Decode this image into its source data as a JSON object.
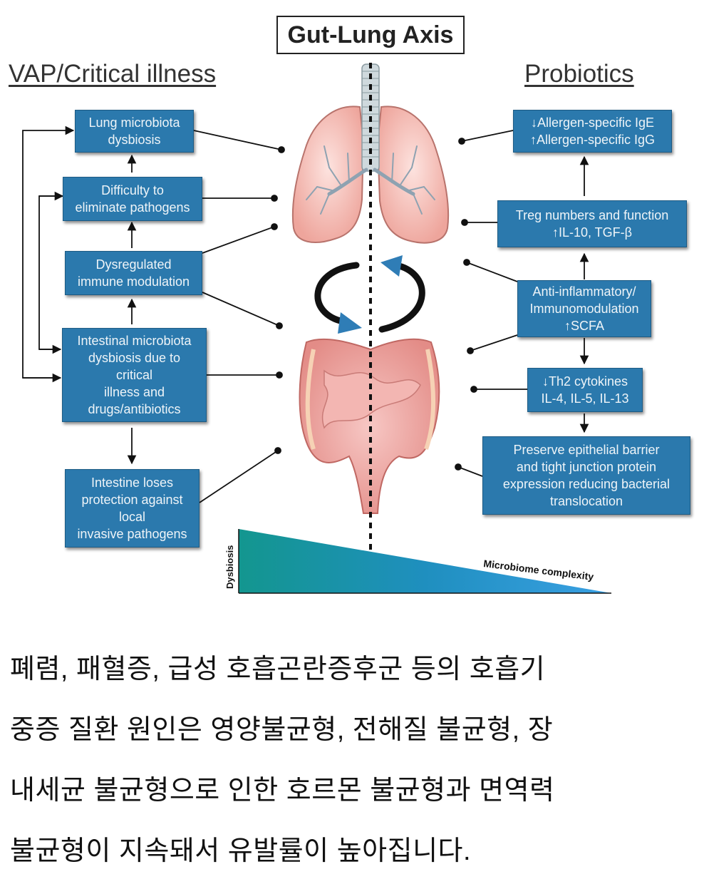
{
  "title": "Gut-Lung Axis",
  "left_heading": "VAP/Critical illness",
  "right_heading": "Probiotics",
  "left_boxes": {
    "lung": "Lung microbiota\ndysbiosis",
    "difficulty": "Difficulty to\neliminate pathogens",
    "dysregulated": "Dysregulated\nimmune modulation",
    "intestinal": "Intestinal microbiota\ndysbiosis due to\ncritical\nillness and\ndrugs/antibiotics",
    "intestine_loses": "Intestine loses\nprotection against\nlocal\ninvasive pathogens"
  },
  "right_boxes": {
    "allergen": "↓Allergen-specific IgE\n↑Allergen-specific IgG",
    "treg": "Treg numbers and function\n↑IL-10, TGF-β",
    "antiinflam": "Anti-inflammatory/\nImmunomodulation\n↑SCFA",
    "th2": "↓Th2 cytokines\nIL-4, IL-5, IL-13",
    "barrier": "Preserve epithelial barrier\nand tight junction protein\nexpression reducing bacterial\ntranslocation"
  },
  "axis": {
    "dysbiosis": "Dysbiosis",
    "complexity": "Microbiome complexity"
  },
  "caption": [
    "폐렴, 패혈증, 급성 호흡곤란증후군 등의 호흡기",
    "중증 질환 원인은 영양불균형, 전해질 불균형, 장",
    "내세균 불균형으로 인한 호르몬 불균형과 면역력",
    "불균형이 지속돼서 유발률이 높아집니다."
  ],
  "colors": {
    "box": "#2b79ad",
    "lung": "#f1b9b3",
    "gut": "#e99a95",
    "arrow": "#2f7db6"
  }
}
